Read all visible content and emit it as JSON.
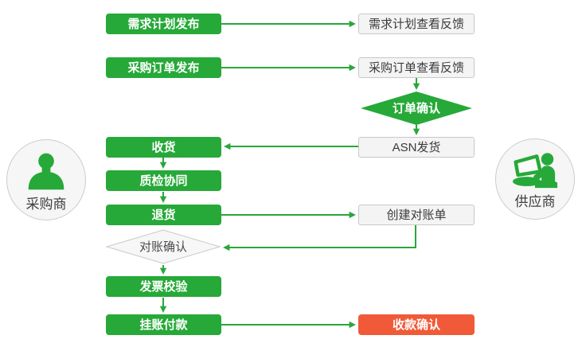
{
  "actors": {
    "buyer": {
      "label": "采购商"
    },
    "supplier": {
      "label": "供应商"
    }
  },
  "nodes": {
    "demand_plan_publish": {
      "label": "需求计划发布",
      "type": "process-buyer"
    },
    "demand_plan_feedback": {
      "label": "需求计划查看反馈",
      "type": "process-supplier"
    },
    "po_publish": {
      "label": "采购订单发布",
      "type": "process-buyer"
    },
    "po_feedback": {
      "label": "采购订单查看反馈",
      "type": "process-supplier"
    },
    "order_confirm": {
      "label": "订单确认",
      "type": "decision-supplier"
    },
    "receive_goods": {
      "label": "收货",
      "type": "process-buyer"
    },
    "asn_shipment": {
      "label": "ASN发货",
      "type": "process-supplier"
    },
    "quality_collab": {
      "label": "质检协同",
      "type": "process-buyer"
    },
    "return_goods": {
      "label": "退货",
      "type": "process-buyer"
    },
    "create_statement": {
      "label": "创建对账单",
      "type": "process-supplier"
    },
    "reconcile_confirm": {
      "label": "对账确认",
      "type": "decision-buyer"
    },
    "invoice_check": {
      "label": "发票校验",
      "type": "process-buyer"
    },
    "book_payment": {
      "label": "挂账付款",
      "type": "process-buyer"
    },
    "receipt_confirm": {
      "label": "收款确认",
      "type": "highlight-supplier"
    }
  },
  "colors": {
    "process_green": "#26a938",
    "arrow_green": "#2aa63c",
    "highlight_red": "#f05a38",
    "plain_box_bg": "#f4f4f4",
    "plain_box_border": "#c8c8c8",
    "text_dark": "#3a3a3a"
  }
}
